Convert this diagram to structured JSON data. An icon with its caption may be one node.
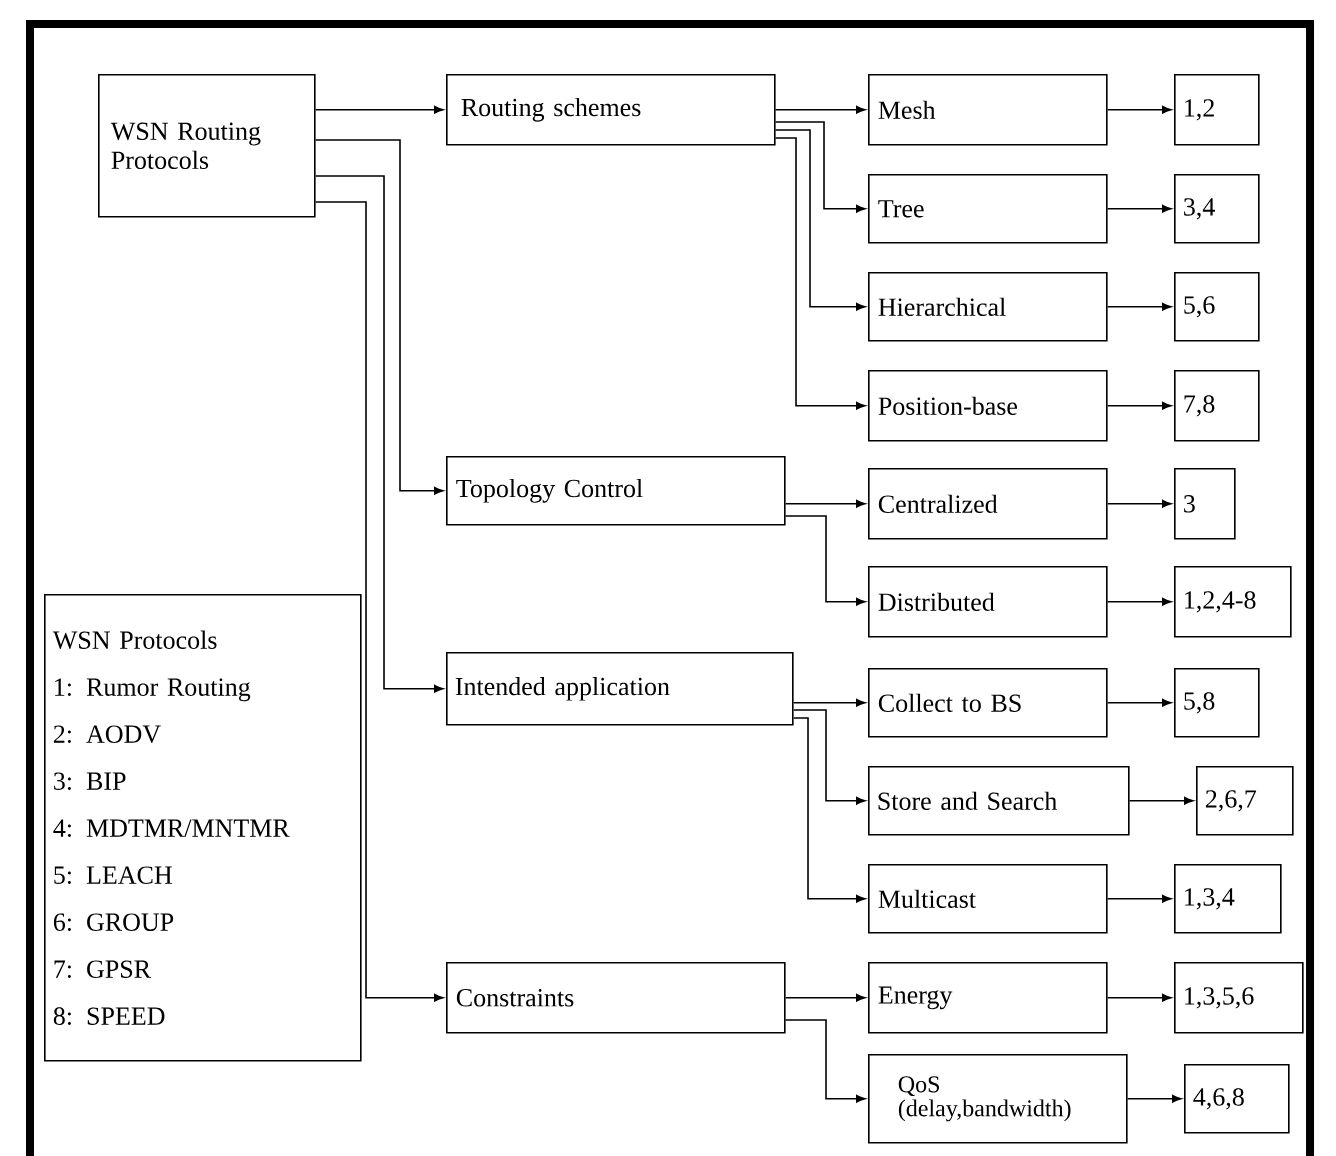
{
  "diagram": {
    "nodes": [
      {
        "text": [
          "WSN Routing Protocols"
        ]
      },
      {
        "text": [
          "Routing schemes"
        ]
      },
      {
        "text": [
          "Mesh"
        ]
      },
      {
        "text": [
          "1,2"
        ]
      },
      {
        "text": [
          "Tree"
        ]
      },
      {
        "text": [
          "3,4"
        ]
      },
      {
        "text": [
          "Hierarchical"
        ]
      },
      {
        "text": [
          "5,6"
        ]
      },
      {
        "text": [
          "Position-base"
        ]
      },
      {
        "text": [
          "7,8"
        ]
      },
      {
        "text": [
          "Topology Control"
        ]
      },
      {
        "text": [
          "Centralized"
        ]
      },
      {
        "text": [
          "3"
        ]
      },
      {
        "text": [
          "Distributed"
        ]
      },
      {
        "text": [
          "1,2,4-8"
        ]
      },
      {
        "text": [
          "Intended application"
        ]
      },
      {
        "text": [
          "Collect to BS"
        ]
      },
      {
        "text": [
          "5,8"
        ]
      },
      {
        "text": [
          "Store and Search"
        ]
      },
      {
        "text": [
          "2,6,7"
        ]
      },
      {
        "text": [
          "Multicast"
        ]
      },
      {
        "text": [
          "1,3,4"
        ]
      },
      {
        "text": [
          "Constraints"
        ]
      },
      {
        "text": [
          "Energy"
        ]
      },
      {
        "text": [
          "1,3,5,6"
        ]
      },
      {
        "text": [
          "QoS (delay,bandwidth)"
        ]
      },
      {
        "text": [
          "4,6,8"
        ]
      },
      {
        "text": [
          "WSN Protocols",
          "1: Rumor Routing",
          "2: AODV",
          "3: BIP",
          "4: MDTMR/MNTMR",
          "5: LEACH",
          "6: GROUP",
          "7: GPSR",
          "8: SPEED"
        ]
      }
    ],
    "edges": [
      {
        "from": 0,
        "to": 1,
        "arrow": "to"
      },
      {
        "from": 0,
        "to": 10,
        "arrow": "to"
      },
      {
        "from": 0,
        "to": 15,
        "arrow": "to"
      },
      {
        "from": 0,
        "to": 22,
        "arrow": "to"
      },
      {
        "from": 1,
        "to": 2,
        "arrow": "to"
      },
      {
        "from": 1,
        "to": 4,
        "arrow": "to"
      },
      {
        "from": 1,
        "to": 6,
        "arrow": "to"
      },
      {
        "from": 1,
        "to": 8,
        "arrow": "to"
      },
      {
        "from": 2,
        "to": 3,
        "arrow": "to"
      },
      {
        "from": 4,
        "to": 5,
        "arrow": "to"
      },
      {
        "from": 6,
        "to": 7,
        "arrow": "to"
      },
      {
        "from": 8,
        "to": 9,
        "arrow": "to"
      },
      {
        "from": 10,
        "to": 11,
        "arrow": "to"
      },
      {
        "from": 10,
        "to": 13,
        "arrow": "to"
      },
      {
        "from": 11,
        "to": 12,
        "arrow": "to"
      },
      {
        "from": 13,
        "to": 14,
        "arrow": "to"
      },
      {
        "from": 15,
        "to": 16,
        "arrow": "to"
      },
      {
        "from": 15,
        "to": 18,
        "arrow": "to"
      },
      {
        "from": 15,
        "to": 20,
        "arrow": "to"
      },
      {
        "from": 16,
        "to": 17,
        "arrow": "to"
      },
      {
        "from": 18,
        "to": 19,
        "arrow": "to"
      },
      {
        "from": 20,
        "to": 21,
        "arrow": "to"
      },
      {
        "from": 22,
        "to": 23,
        "arrow": "to"
      },
      {
        "from": 22,
        "to": 25,
        "arrow": "to"
      },
      {
        "from": 23,
        "to": 24,
        "arrow": "to"
      },
      {
        "from": 25,
        "to": 26,
        "arrow": "to"
      }
    ]
  }
}
